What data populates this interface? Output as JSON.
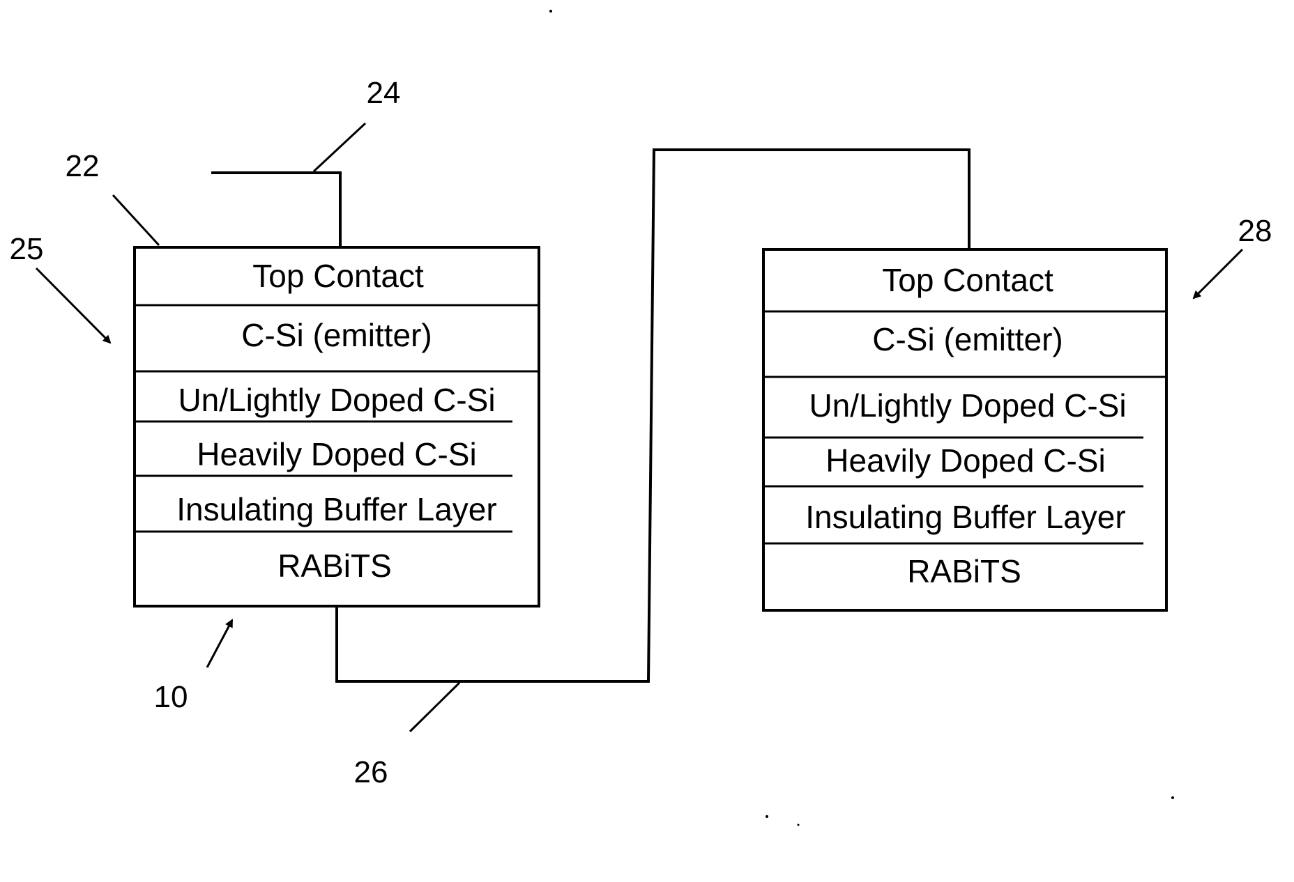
{
  "devices": [
    {
      "layers": [
        {
          "label": "Top Contact"
        },
        {
          "label": "C-Si (emitter)"
        },
        {
          "label": "Un/Lightly Doped C-Si"
        },
        {
          "label": "Heavily Doped C-Si"
        },
        {
          "label": "Insulating Buffer Layer"
        },
        {
          "label": "RABiTS"
        }
      ]
    },
    {
      "layers": [
        {
          "label": "Top Contact"
        },
        {
          "label": "C-Si (emitter)"
        },
        {
          "label": "Un/Lightly Doped C-Si"
        },
        {
          "label": "Heavily Doped C-Si"
        },
        {
          "label": "Insulating Buffer Layer"
        },
        {
          "label": "RABiTS"
        }
      ]
    }
  ],
  "reference_numerals": {
    "r24": "24",
    "r22": "22",
    "r25": "25",
    "r28": "28",
    "r10": "10",
    "r26": "26"
  }
}
